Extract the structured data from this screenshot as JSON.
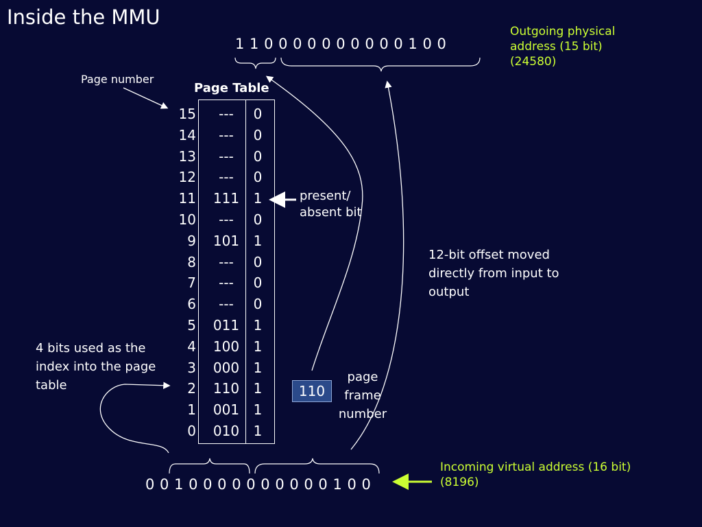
{
  "slide": {
    "title": "Inside the MMU",
    "outgoing_bits": "1 1 0 0 0 0 0 0 0 0 0 0 1 0 0",
    "incoming_bits": "0 0 1 0 0 0 0 0 0 0 0 0 0 1 0 0",
    "outgoing_note": [
      "Outgoing physical",
      "address (15 bit)",
      "(24580)"
    ],
    "incoming_note": [
      "Incoming virtual address (16 bit)",
      "(8196)"
    ],
    "page_number_label": "Page number",
    "page_table_title": "Page Table",
    "present_note": [
      "present/",
      "absent bit"
    ],
    "offset_note": [
      "12-bit offset moved",
      "directly from input to",
      "output"
    ],
    "index_note": [
      "4 bits used as the",
      "index into the page",
      "table"
    ],
    "page_frame_value": "110",
    "page_frame_note": [
      "page",
      "frame",
      "number"
    ]
  },
  "page_table": [
    {
      "index": "15",
      "frame": "---",
      "bit": "0"
    },
    {
      "index": "14",
      "frame": "---",
      "bit": "0"
    },
    {
      "index": "13",
      "frame": "---",
      "bit": "0"
    },
    {
      "index": "12",
      "frame": "---",
      "bit": "0"
    },
    {
      "index": "11",
      "frame": "111",
      "bit": "1"
    },
    {
      "index": "10",
      "frame": "---",
      "bit": "0"
    },
    {
      "index": "9",
      "frame": "101",
      "bit": "1"
    },
    {
      "index": "8",
      "frame": "---",
      "bit": "0"
    },
    {
      "index": "7",
      "frame": "---",
      "bit": "0"
    },
    {
      "index": "6",
      "frame": "---",
      "bit": "0"
    },
    {
      "index": "5",
      "frame": "011",
      "bit": "1"
    },
    {
      "index": "4",
      "frame": "100",
      "bit": "1"
    },
    {
      "index": "3",
      "frame": "000",
      "bit": "1"
    },
    {
      "index": "2",
      "frame": "110",
      "bit": "1"
    },
    {
      "index": "1",
      "frame": "001",
      "bit": "1"
    },
    {
      "index": "0",
      "frame": "010",
      "bit": "1"
    }
  ],
  "colors": {
    "background": "#070a33",
    "text": "#ffffff",
    "note_green": "#ccff33",
    "frame_box": "#2b4a8a"
  }
}
